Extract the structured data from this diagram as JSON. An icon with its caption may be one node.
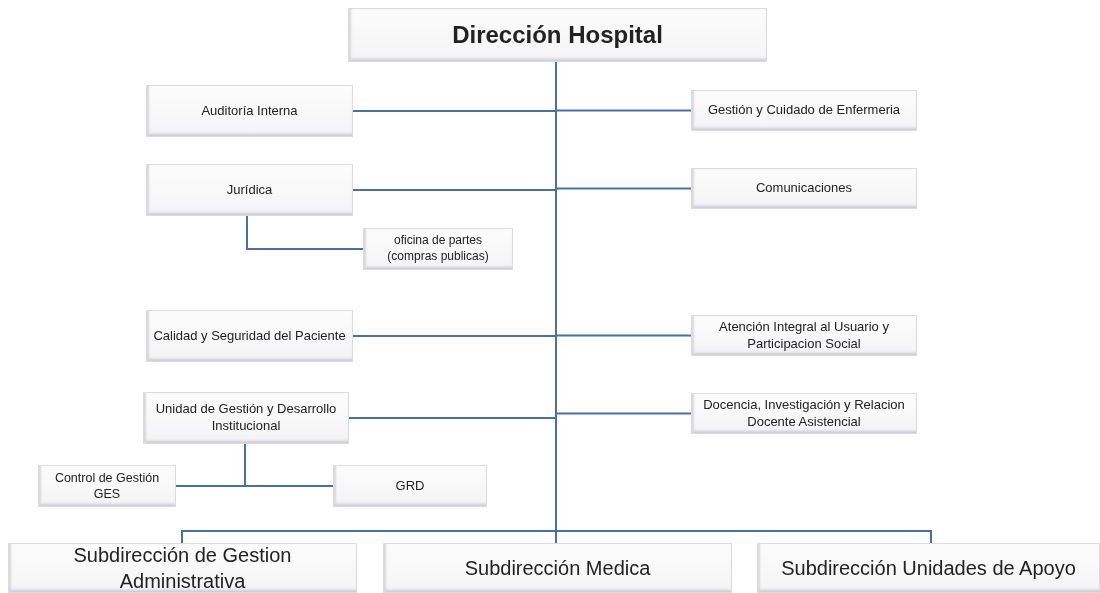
{
  "diagram": {
    "nodes": [
      {
        "text": [
          "Dirección Hospital"
        ]
      },
      {
        "text": [
          "Auditoría Interna"
        ]
      },
      {
        "text": [
          "Gestión y Cuidado de Enfermeria"
        ]
      },
      {
        "text": [
          "Jurídica"
        ]
      },
      {
        "text": [
          "Comunicaciones"
        ]
      },
      {
        "text": [
          "oficina  de partes (compras publicas)"
        ]
      },
      {
        "text": [
          "Calidad y Seguridad del Paciente"
        ]
      },
      {
        "text": [
          "Atención Integral al Usuario y Participacion Social"
        ]
      },
      {
        "text": [
          "Unidad de Gestión y Desarrollo Institucional"
        ]
      },
      {
        "text": [
          "Docencia, Investigación y Relacion Docente Asistencial"
        ]
      },
      {
        "text": [
          "Control de Gestión GES"
        ]
      },
      {
        "text": [
          "GRD"
        ]
      },
      {
        "text": [
          "Subdirección de Gestion Administrativa"
        ]
      },
      {
        "text": [
          "Subdirección Medica"
        ]
      },
      {
        "text": [
          "Subdirección Unidades de Apoyo"
        ]
      }
    ],
    "edges": [
      {
        "from": 0,
        "to": 1,
        "arrow": "none"
      },
      {
        "from": 0,
        "to": 2,
        "arrow": "none"
      },
      {
        "from": 0,
        "to": 3,
        "arrow": "none"
      },
      {
        "from": 0,
        "to": 4,
        "arrow": "none"
      },
      {
        "from": 3,
        "to": 5,
        "arrow": "none"
      },
      {
        "from": 0,
        "to": 6,
        "arrow": "none"
      },
      {
        "from": 0,
        "to": 7,
        "arrow": "none"
      },
      {
        "from": 0,
        "to": 8,
        "arrow": "none"
      },
      {
        "from": 0,
        "to": 9,
        "arrow": "none"
      },
      {
        "from": 8,
        "to": 10,
        "arrow": "none"
      },
      {
        "from": 8,
        "to": 11,
        "arrow": "none"
      },
      {
        "from": 0,
        "to": 12,
        "arrow": "none"
      },
      {
        "from": 0,
        "to": 13,
        "arrow": "none"
      },
      {
        "from": 0,
        "to": 14,
        "arrow": "none"
      }
    ]
  }
}
